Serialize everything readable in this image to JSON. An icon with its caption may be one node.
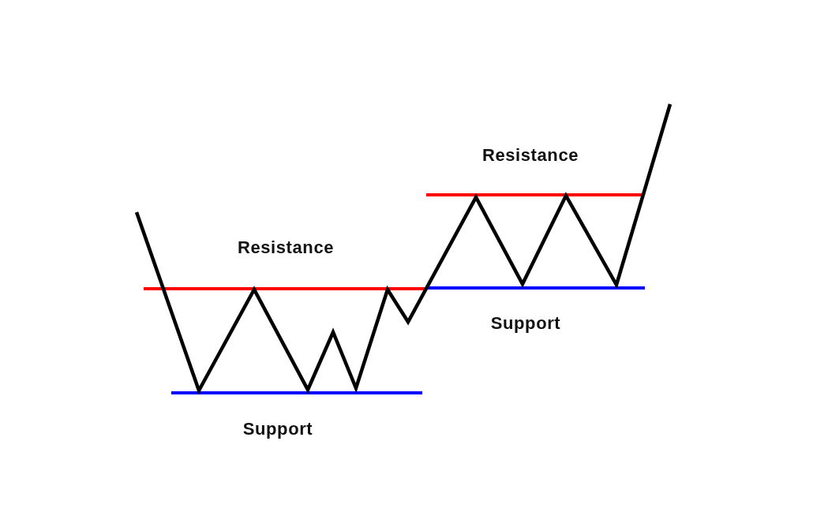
{
  "diagram": {
    "labels": [
      "Resistance",
      "Resistance",
      "Support",
      "Support"
    ]
  }
}
